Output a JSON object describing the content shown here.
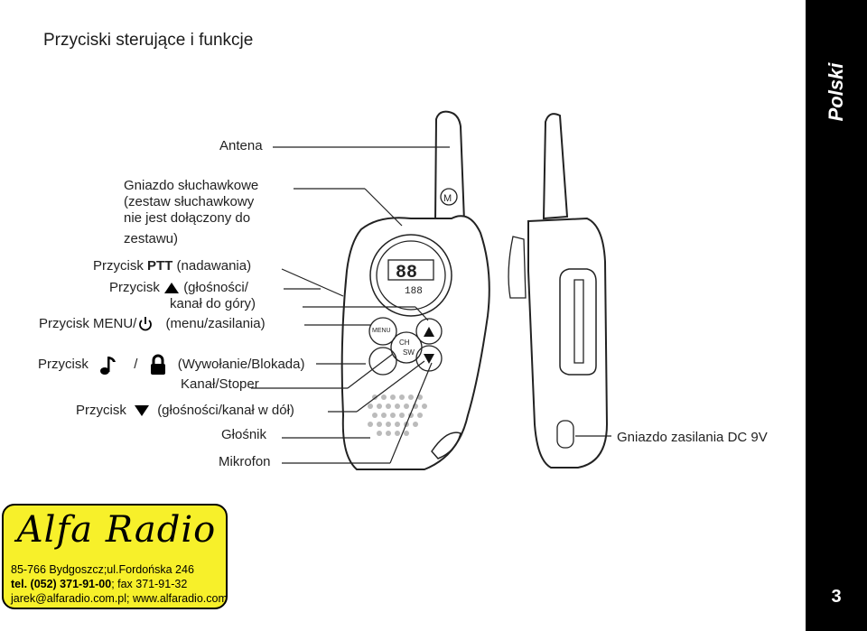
{
  "title": "Przyciski sterujące i funkcje",
  "language_tab": "Polski",
  "page_number": "3",
  "labels": {
    "antenna": "Antena",
    "headset_line1": "Gniazdo słuchawkowe",
    "headset_line2": "(zestaw słuchawkowy",
    "headset_line3": "nie jest dołączony do",
    "headset_line4": "zestawu)",
    "ptt_prefix": "Przycisk",
    "ptt_bold": "PTT",
    "ptt_suffix": "(nadawania)",
    "vol_up_prefix": "Przycisk",
    "vol_up_suffix": "(głośności/",
    "vol_up_line2": "kanał do góry)",
    "menu_prefix": "Przycisk",
    "menu_bold": "MENU/",
    "menu_suffix": "(menu/zasilania)",
    "call_prefix": "Przycisk",
    "call_slash": "/",
    "call_suffix": "(Wywołanie/Blokada)",
    "channel_stop": "Kanał/Stoper",
    "vol_down_prefix": "Przycisk",
    "vol_down_suffix": "(głośności/kanał w dół)",
    "speaker": "Głośnik",
    "microphone": "Mikrofon",
    "dc_jack": "Gniazdo zasilania DC 9V"
  },
  "device": {
    "brand_mark": "M",
    "display_digits": "88",
    "sub_digits": "188",
    "menu_key": "MENU",
    "ch_key": "CH",
    "sw_key": "SW"
  },
  "logo": {
    "name": "Alfa Radio",
    "address": "85-766 Bydgoszcz;ul.Fordońska 246",
    "phone_bold": "tel. (052) 371-91-00",
    "phone_rest": "; fax 371-91-32",
    "web": "jarek@alfaradio.com.pl; www.alfaradio.com.pl"
  },
  "colors": {
    "logo_bg": "#f7f02a",
    "tab_bg": "#000000"
  }
}
